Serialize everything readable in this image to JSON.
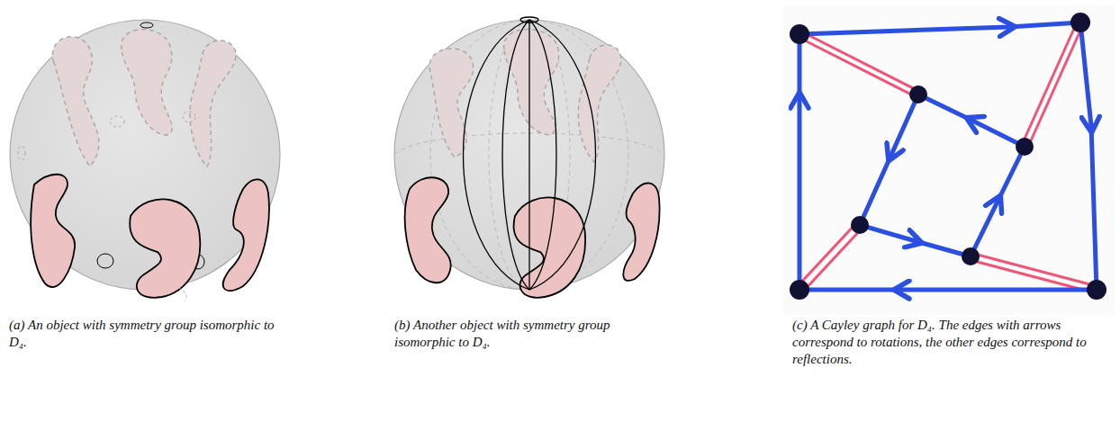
{
  "diagram": {
    "labels": [
      "(a) An object with symmetry group isomorphic to D₄.",
      "(b) Another object with symmetry group isomorphic to D₄.",
      "(c) A Cayley graph for D₄. The edges with arrows correspond to rotations, the other edges correspond to reflections."
    ]
  }
}
